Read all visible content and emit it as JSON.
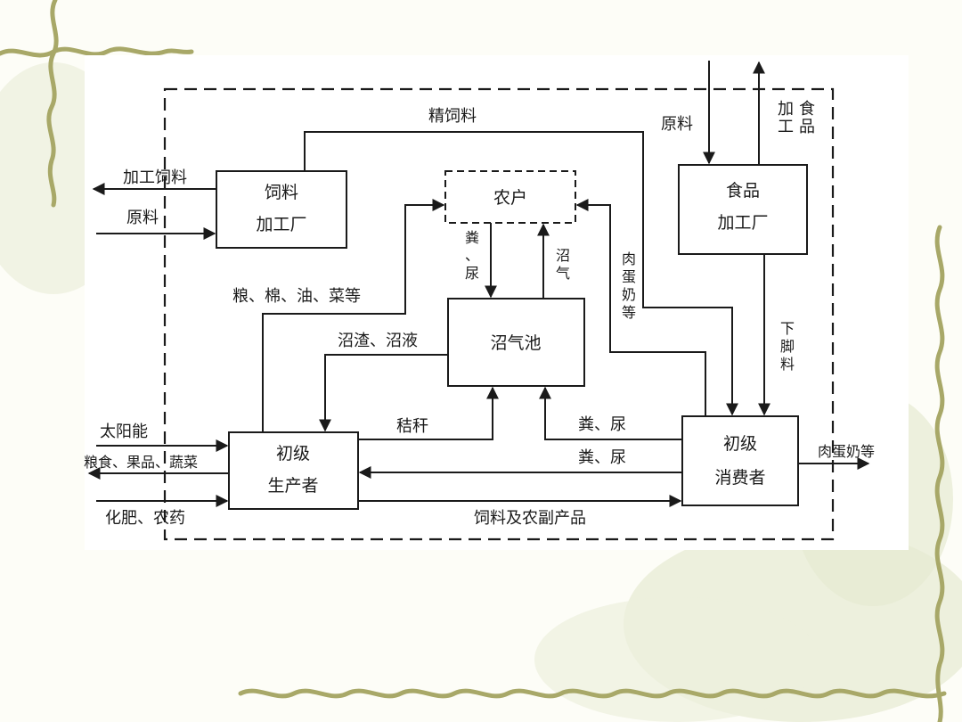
{
  "nodes": {
    "farmer": "农户",
    "feed_plant": [
      "饲料",
      "加工厂"
    ],
    "food_plant": [
      "食品",
      "加工厂"
    ],
    "biogas": "沼气池",
    "producer": [
      "初级",
      "生产者"
    ],
    "consumer": [
      "初级",
      "消费者"
    ]
  },
  "flows": {
    "concentrate_feed": "精饲料",
    "processed_feed": "加工饲料",
    "raw_material_left": "原料",
    "raw_material_top": "原料",
    "processed_food": "加工食品",
    "grain_cotton_oil": "粮、棉、油、菜等",
    "manure_urine_farmer": "粪、尿",
    "biogas_gas": "沼气",
    "meat_egg_milk_vertical": "肉蛋奶等",
    "residue_slurry": "沼渣、沼液",
    "leftovers": "下脚料",
    "straw": "秸秆",
    "manure_urine_consumer_1": "粪、尿",
    "manure_urine_consumer_2": "粪、尿",
    "solar_energy": "太阳能",
    "grain_fruit_veg": "粮食、果品、蔬菜",
    "fertilizer_pesticide": "化肥、农药",
    "feed_byproducts": "饲料及农副产品",
    "meat_egg_milk_out": "肉蛋奶等"
  }
}
